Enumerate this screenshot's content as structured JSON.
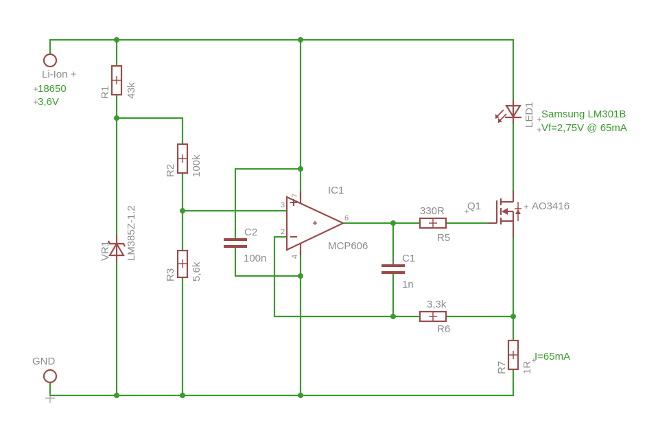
{
  "supply": {
    "label": "Li-Ion +",
    "note1": "18650",
    "note2": "3,6V"
  },
  "ground": {
    "label": "GND"
  },
  "r1": {
    "name": "R1",
    "value": "43k"
  },
  "r2": {
    "name": "R2",
    "value": "100k"
  },
  "r3": {
    "name": "R3",
    "value": "5,6k"
  },
  "r5": {
    "name": "R5",
    "value": "330R"
  },
  "r6": {
    "name": "R6",
    "value": "3,3k"
  },
  "r7": {
    "name": "R7",
    "value": "1R",
    "note": "I=65mA"
  },
  "vr1": {
    "name": "VR1",
    "value": "LM385Z-1.2"
  },
  "c1": {
    "name": "C1",
    "value": "1n"
  },
  "c2": {
    "name": "C2",
    "value": "100n"
  },
  "ic1": {
    "name": "IC1",
    "value": "MCP606",
    "pin3": "3",
    "pin2": "2",
    "pin6": "6",
    "pin7": "7",
    "pin4": "4"
  },
  "q1": {
    "name": "Q1",
    "value": "AO3416"
  },
  "led1": {
    "name": "LED1",
    "note1": "Samsung LM301B",
    "note2": "Vf=2,75V @ 65mA"
  }
}
